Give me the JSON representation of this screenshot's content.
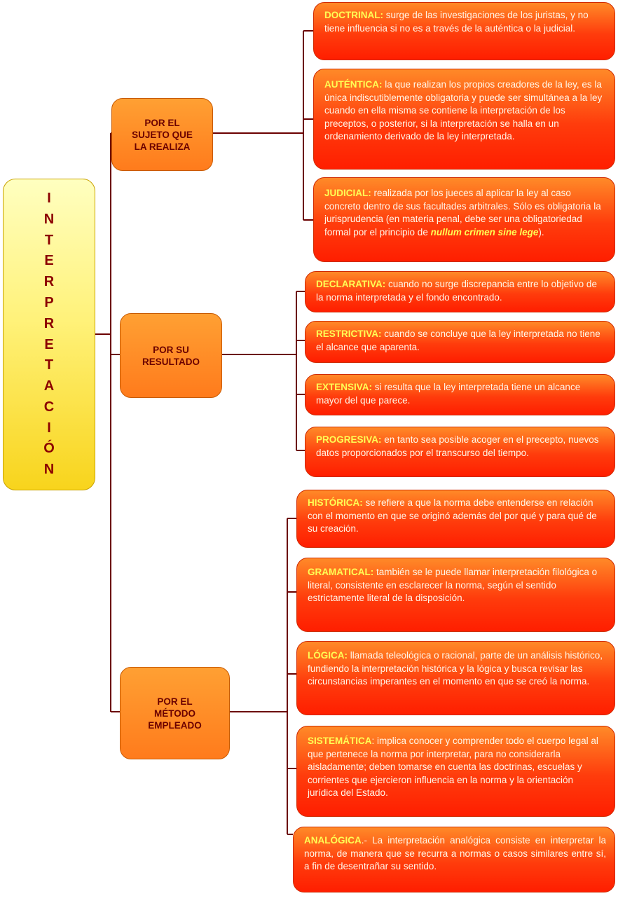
{
  "root": {
    "label": "INTERPRETACIÓN"
  },
  "categories": [
    {
      "label": "POR EL\nSUJETO QUE\nLA REALIZA"
    },
    {
      "label": "POR SU\nRESULTADO"
    },
    {
      "label": "POR EL\nMÉTODO\nEMPLEADO"
    }
  ],
  "leaves": {
    "doctrinal": {
      "title": "DOCTRINAL:",
      "text": " surge de las investigaciones de los juristas, y no tiene influencia si no es a través de la auténtica o la judicial."
    },
    "autentica": {
      "title": "AUTÉNTICA:",
      "text": " la que realizan los propios creadores de la ley, es la única indiscutiblemente obligatoria y puede ser simultánea a la ley cuando en ella misma se contiene la interpretación de los preceptos, o posterior, si la interpretación se halla en un ordenamiento derivado de la ley interpretada."
    },
    "judicial": {
      "title": "JUDICIAL:",
      "text": " realizada por los jueces al aplicar la ley al caso concreto dentro de sus facultades arbitrales. Sólo es obligatoria la jurisprudencia (en materia penal, debe ser una obligatoriedad formal por el principio de ",
      "emphasis": "nullum crimen sine lege",
      "text_end": ")."
    },
    "declarativa": {
      "title": "DECLARATIVA:",
      "text": " cuando no surge discrepancia entre lo objetivo de la norma interpretada y el fondo encontrado."
    },
    "restrictiva": {
      "title": "RESTRICTIVA:",
      "text": " cuando se concluye que la ley interpretada no tiene el alcance que aparenta."
    },
    "extensiva": {
      "title": "EXTENSIVA:",
      "text": " si resulta que la ley interpretada tiene un alcance mayor del que parece."
    },
    "progresiva": {
      "title": "PROGRESIVA:",
      "text": " en tanto sea posible acoger en el precepto, nuevos datos proporcionados por el transcurso del tiempo."
    },
    "historica": {
      "title": "HISTÓRICA:",
      "text": " se refiere a que la norma debe entenderse en relación con el momento en que se originó además del por qué y para qué de su creación."
    },
    "gramatical": {
      "title": "GRAMATICAL:",
      "text": " también se le puede llamar interpretación filológica o literal, consistente en esclarecer la norma, según el sentido estrictamente literal de la disposición."
    },
    "logica": {
      "title": "LÓGICA:",
      "text": " llamada teleológica o racional, parte de un análisis histórico, fundiendo la interpretación histórica y la lógica y busca revisar las circunstancias imperantes en el momento en que se creó la norma."
    },
    "sistematica": {
      "title": "SISTEMÁTICA",
      "text": ": implica conocer y comprender todo el cuerpo legal al que pertenece la norma por interpretar, para no considerarla aisladamente; deben tomarse en cuenta las doctrinas, escuelas y corrientes que ejercieron influencia en la norma y la orientación jurídica del Estado."
    },
    "analogica": {
      "title": "ANALÓGICA",
      "text": ".- La interpretación analógica consiste en interpretar la norma, de manera que se recurra a normas o casos similares entre sí, a fin de desentrañar su sentido."
    }
  },
  "colors": {
    "line": "#6b0000",
    "root_text": "#8b0000",
    "leaf_title": "#ffff55"
  }
}
